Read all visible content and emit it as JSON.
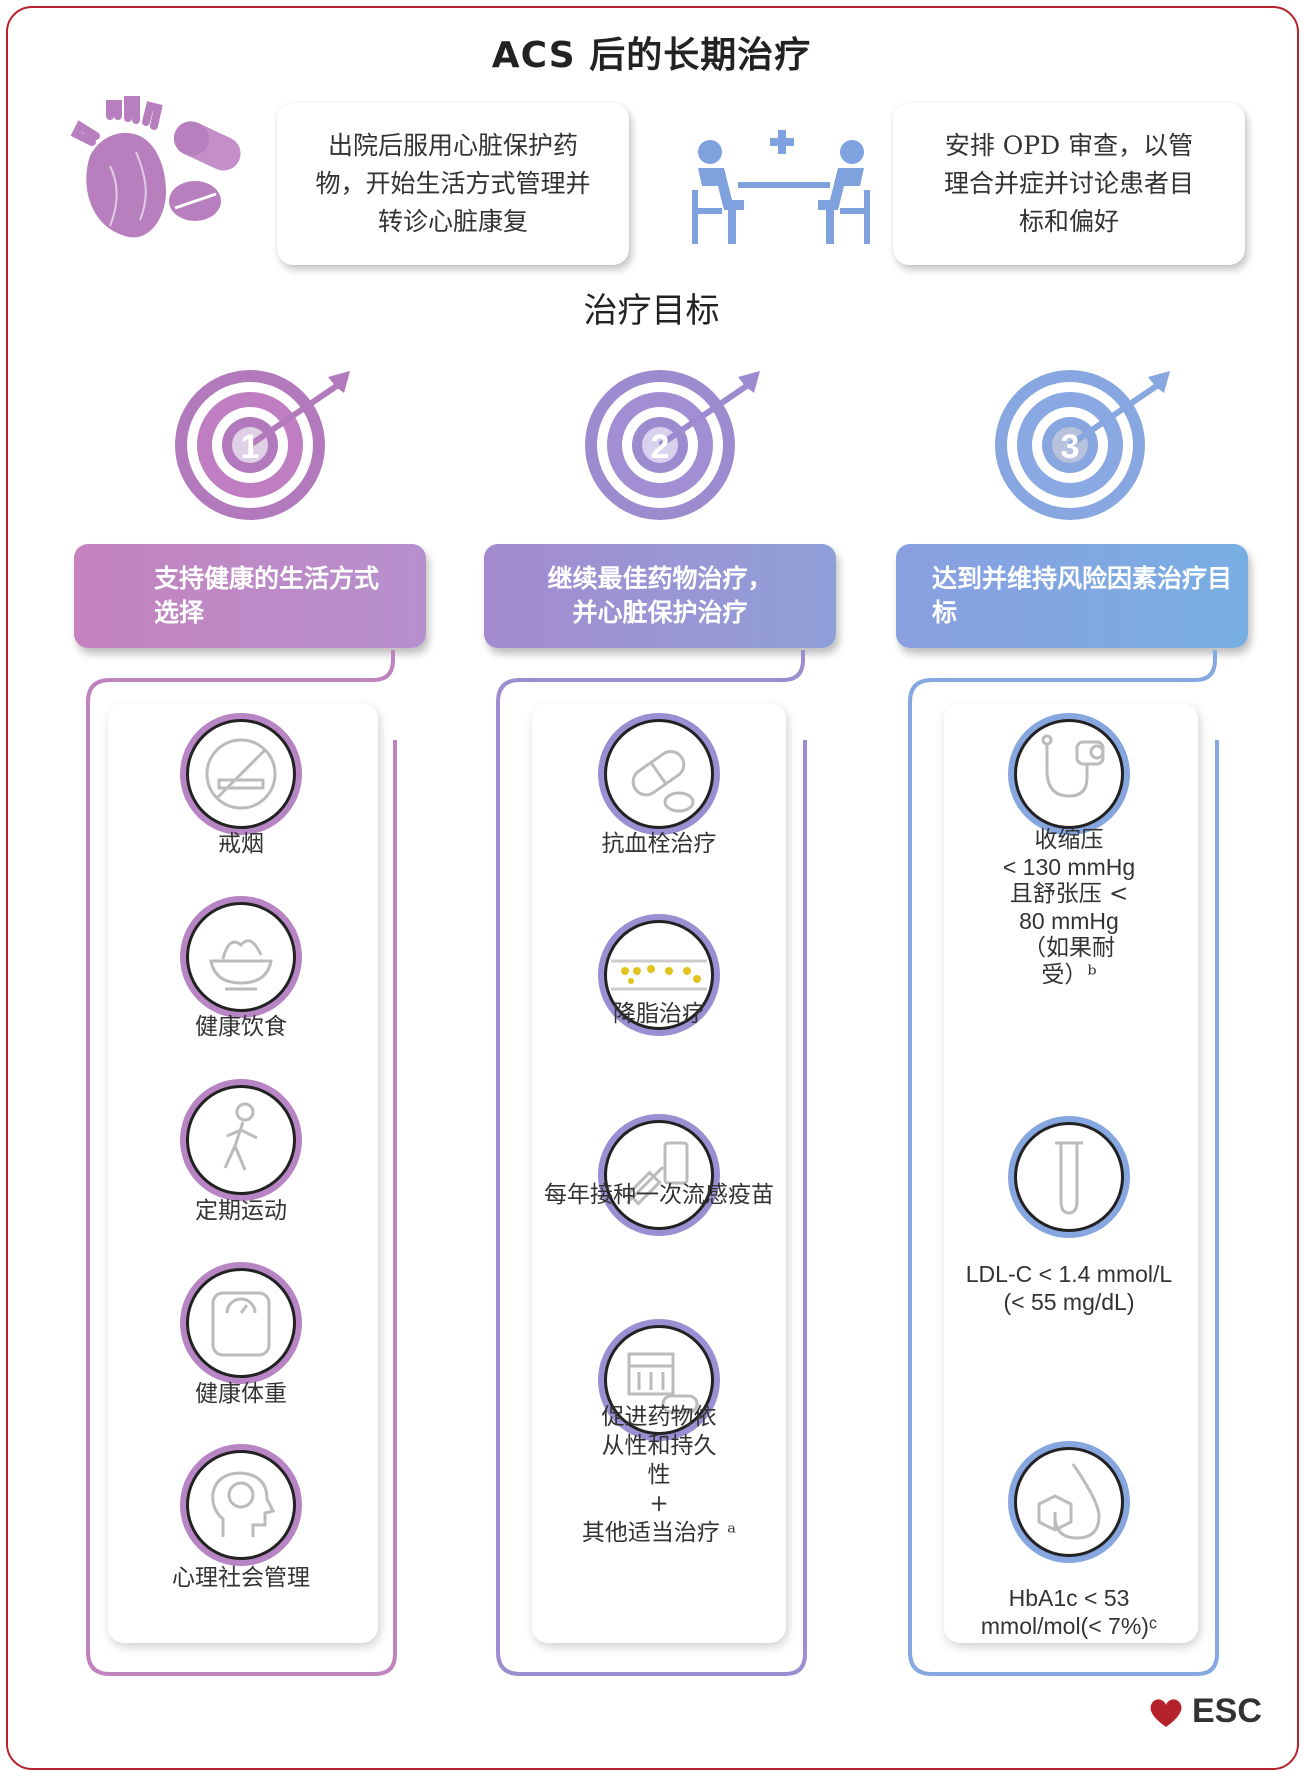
{
  "title": "ACS 后的长期治疗",
  "card1": "出院后服用心脏保护药物，开始生活方式管理并转诊心脏康复",
  "card2": "安排 OPD 审查，以管理合并症并讨论患者目标和偏好",
  "section_title": "治疗目标",
  "goals": [
    {
      "num": "1",
      "title": "支持健康的生活方式选择"
    },
    {
      "num": "2",
      "title": "继续最佳药物治疗，并心脏保护治疗"
    },
    {
      "num": "3",
      "title": "达到并维持风险因素治疗目标"
    }
  ],
  "col1": [
    "戒烟",
    "健康饮食",
    "定期运动",
    "健康体重",
    "心理社会管理"
  ],
  "col2": [
    "抗血栓治疗",
    "降脂治疗",
    "每年接种一次流感疫苗",
    "促进药物依从性和持久性",
    "+",
    "其他适当治疗 ᵃ"
  ],
  "col3": {
    "bp": [
      "收缩压",
      "< 130 mmHg",
      "且舒张压 <",
      "80 mmHg",
      "（如果耐",
      "受）ᵇ"
    ],
    "ldl": [
      "LDL-C < 1.4 mmol/L",
      "(< 55 mg/dL)"
    ],
    "hba1c": [
      "HbA1c < 53",
      "mmol/mol(< 7%)ᶜ"
    ]
  },
  "logo": "ESC",
  "colors": {
    "frame": "#b5222b",
    "purple": "#c482be",
    "violet": "#9a8fd2",
    "blue": "#78aee3"
  }
}
